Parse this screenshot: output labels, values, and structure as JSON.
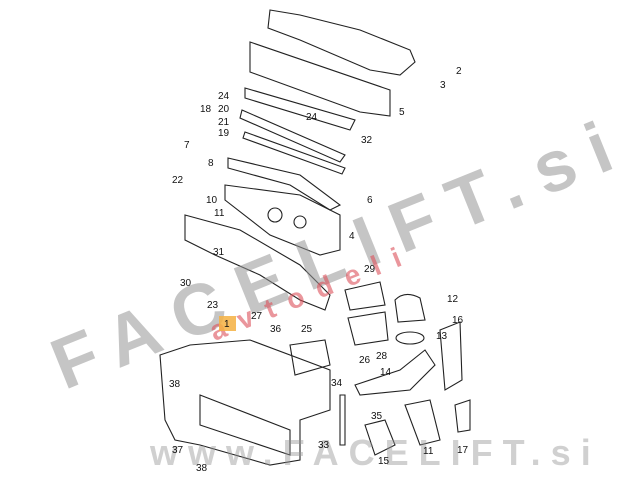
{
  "diagram": {
    "callouts": [
      "2",
      "3",
      "24",
      "18",
      "20",
      "21",
      "19",
      "24",
      "5",
      "32",
      "7",
      "8",
      "22",
      "10",
      "11",
      "6",
      "4",
      "31",
      "29",
      "30",
      "12",
      "23",
      "27",
      "36",
      "16",
      "1",
      "25",
      "13",
      "26",
      "28",
      "14",
      "38",
      "34",
      "35",
      "33",
      "11",
      "17",
      "15",
      "37",
      "38"
    ],
    "highlighted_part": "1",
    "highlight_color": "#f5b041"
  },
  "watermark": {
    "main": "FACELIFT.si",
    "sub": "avtodeli",
    "bottom": "www.FACELIFT.si"
  }
}
